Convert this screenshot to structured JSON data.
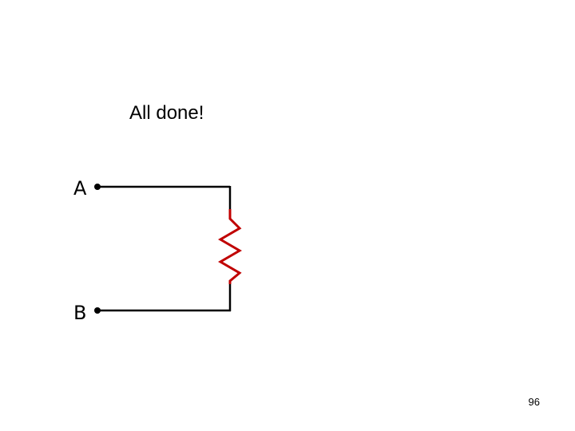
{
  "slide": {
    "title": "All done!",
    "page_number": "96"
  },
  "circuit": {
    "terminals": [
      {
        "label": "A"
      },
      {
        "label": "B"
      }
    ],
    "colors": {
      "wire": "#000000",
      "resistor": "#c00000"
    },
    "resistor_icon": "resistor-zigzag-icon"
  }
}
